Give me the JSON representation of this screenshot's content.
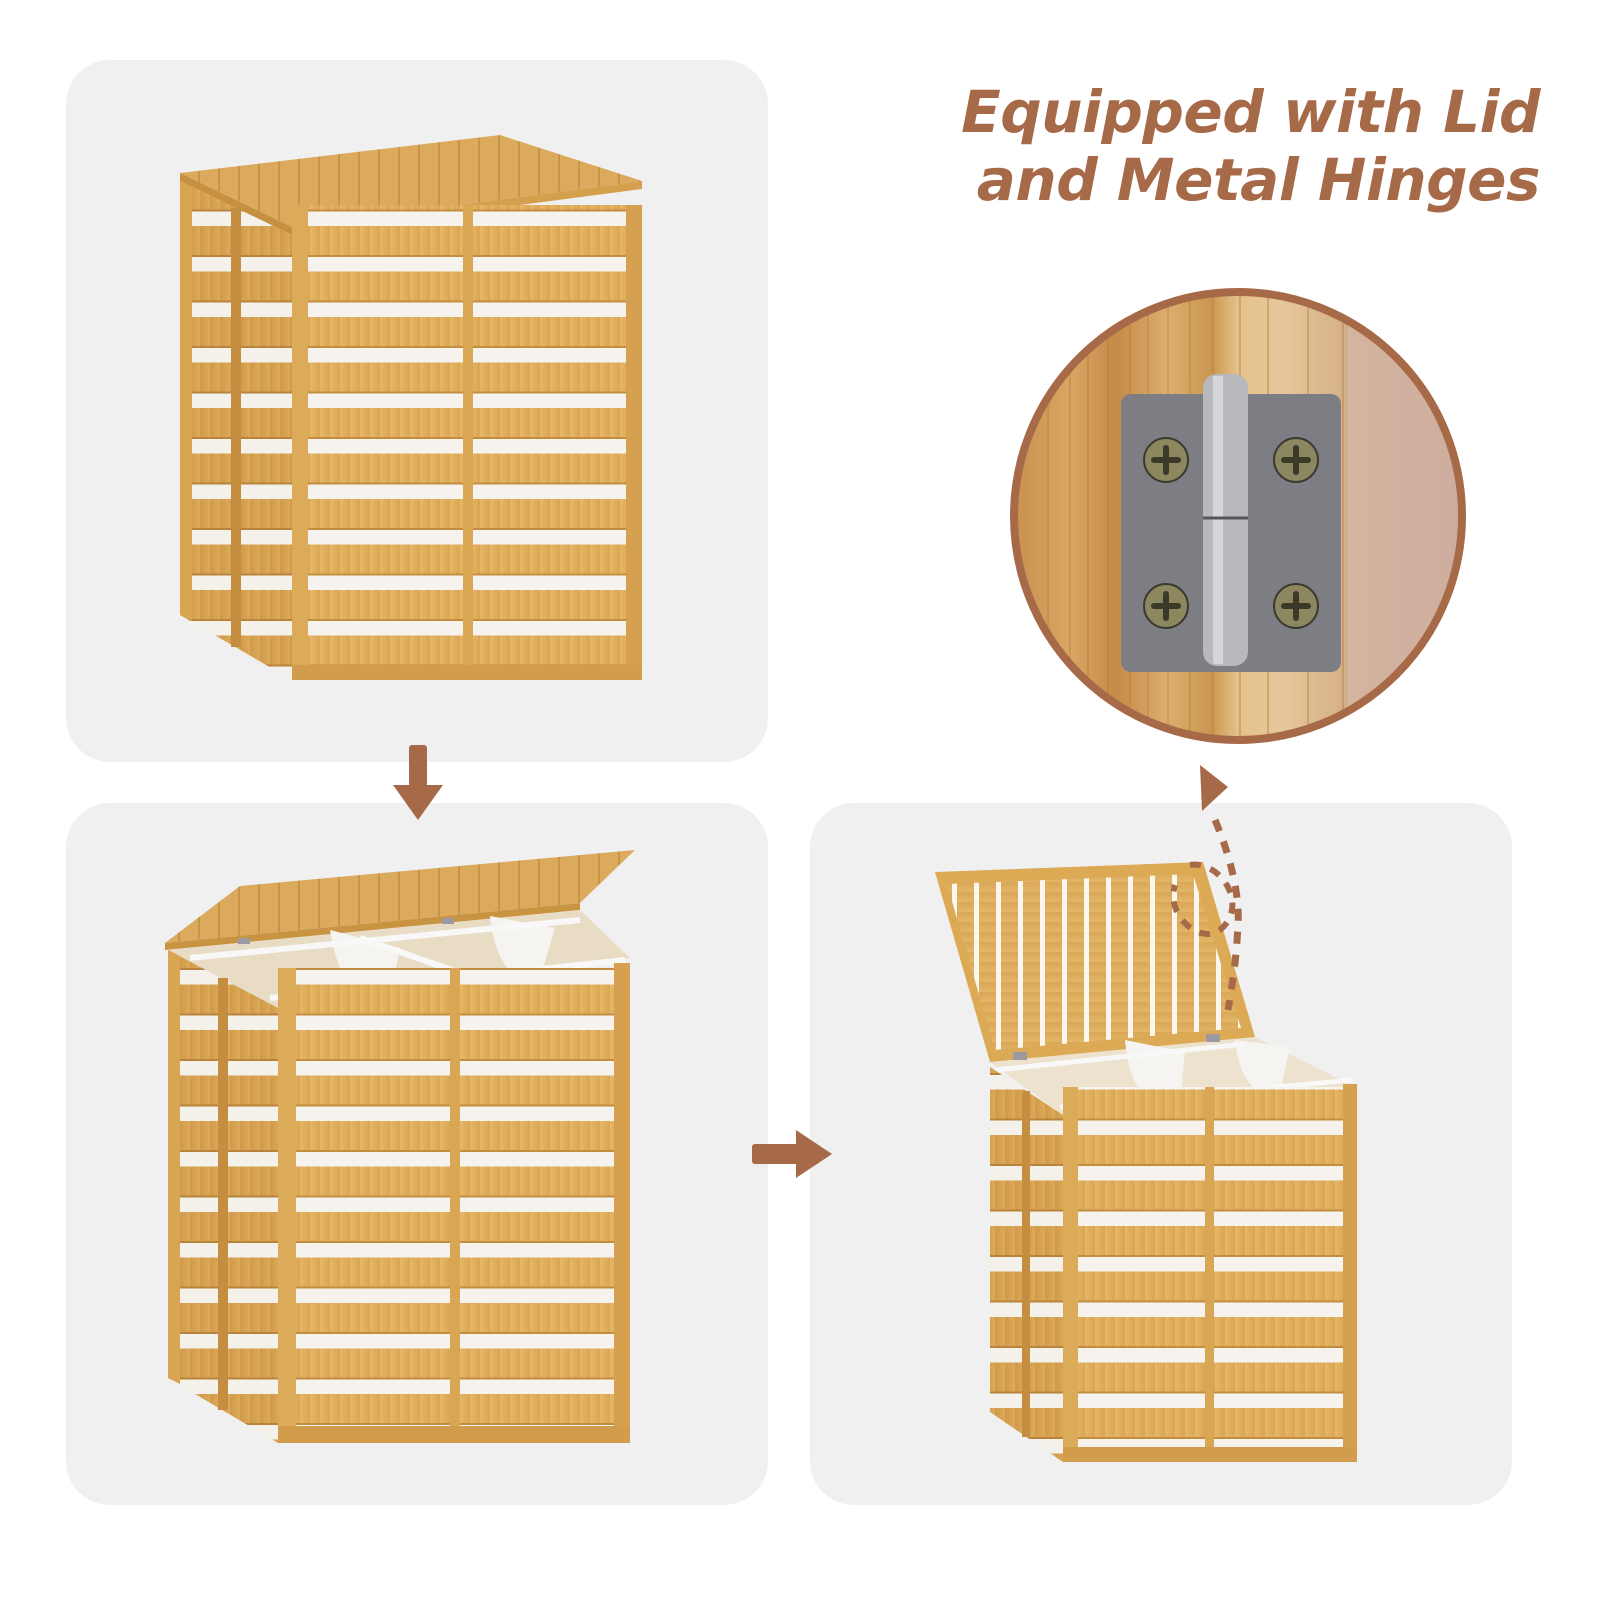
{
  "headline": {
    "line1": "Equipped with Lid",
    "line2": "and Metal Hinges",
    "color": "#a76a48"
  },
  "panels": [
    {
      "id": "closed",
      "label": "Hamper with lid closed"
    },
    {
      "id": "lid-half-open",
      "label": "Hamper with lid partially open"
    },
    {
      "id": "lid-open",
      "label": "Hamper with lid fully open"
    }
  ],
  "detail": {
    "label": "Close-up of metal hinge on bamboo frame",
    "screws": 4
  },
  "arrows": [
    {
      "id": "down-arrow",
      "direction": "down"
    },
    {
      "id": "right-arrow",
      "direction": "right"
    },
    {
      "id": "dashed-callout-arrow",
      "direction": "up",
      "style": "dashed"
    }
  ],
  "colors": {
    "accent": "#a76a48",
    "panel_bg": "#f0f0f0",
    "bamboo": "#e0b163",
    "bamboo_dark": "#c99441",
    "hinge_plate": "#7d7e84",
    "liner": "#f4f2ee"
  }
}
